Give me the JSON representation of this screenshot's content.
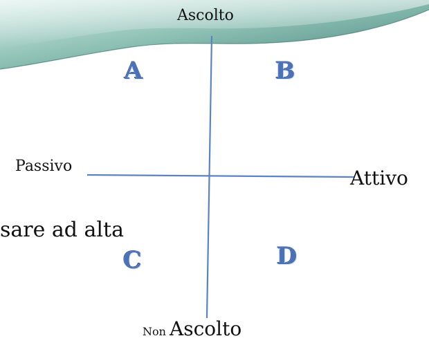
{
  "diagram": {
    "axes": {
      "top_label": "Ascolto",
      "bottom_label_prefix": "Non",
      "bottom_label": "Ascolto",
      "left_label": "Passivo",
      "right_label": "Attivo"
    },
    "quadrants": {
      "top_left": "A",
      "top_right": "B",
      "bottom_left": "C",
      "bottom_right": "D"
    },
    "partial_text": "sare ad alta"
  },
  "colors": {
    "axis_line": "#5b83c4",
    "quadrant_letter": "#4a72b8",
    "banner_light": "#d6ece6",
    "banner_mid": "#8fc1b5",
    "banner_dark": "#3f7f77"
  }
}
